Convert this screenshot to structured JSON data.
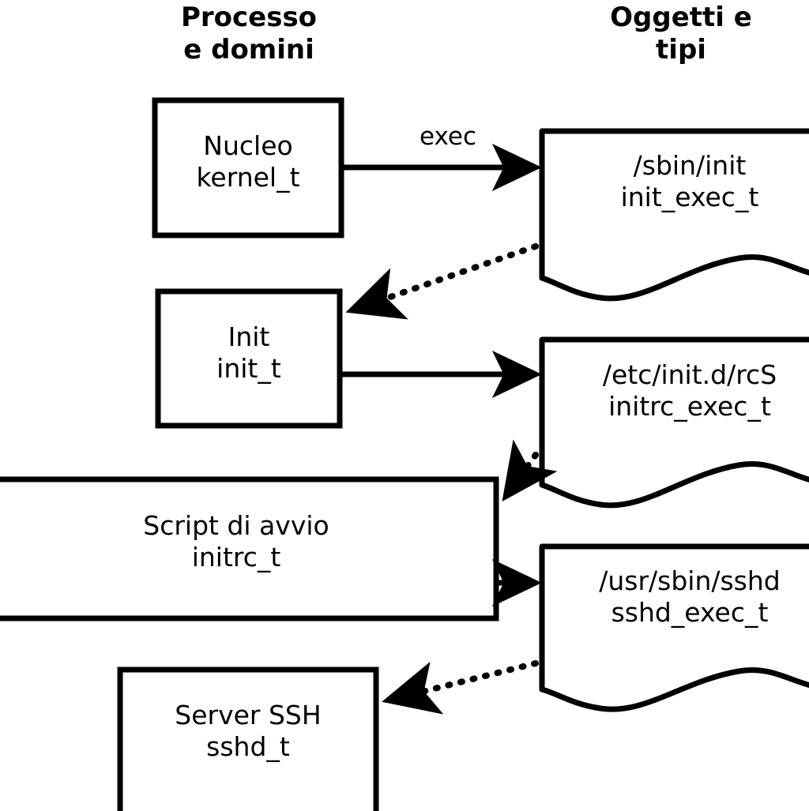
{
  "diagram": {
    "title_columns": {
      "left": "Processo\ne domini",
      "right": "Oggetti e\ntipi"
    },
    "colors": {
      "stroke": "#000000",
      "fill": "#ffffff",
      "text": "#000000"
    },
    "process_nodes": [
      {
        "id": "kernel",
        "name": "Nucleo",
        "type": "kernel_t"
      },
      {
        "id": "init",
        "name": "Init",
        "type": "init_t"
      },
      {
        "id": "initrc",
        "name": "Script di avvio",
        "type": "initrc_t"
      },
      {
        "id": "sshd",
        "name": "Server SSH",
        "type": "sshd_t"
      }
    ],
    "object_nodes": [
      {
        "id": "initexec",
        "path": "/sbin/init",
        "type": "init_exec_t"
      },
      {
        "id": "initrcexec",
        "path": "/etc/init.d/rcS",
        "type": "initrc_exec_t"
      },
      {
        "id": "sshdexec",
        "path": "/usr/sbin/sshd",
        "type": "sshd_exec_t"
      }
    ],
    "node_text": {
      "kernel": "Nucleo\nkernel_t",
      "init": "Init\ninit_t",
      "initrc": "Script di avvio\ninitrc_t",
      "sshd": "Server SSH\nsshd_t",
      "initexec": "/sbin/init\ninit_exec_t",
      "initrcexec": "/etc/init.d/rcS\ninitrc_exec_t",
      "sshdexec": "/usr/sbin/sshd\nsshd_exec_t"
    },
    "edges": [
      {
        "id": "e1",
        "from": "kernel",
        "to": "initexec",
        "style": "solid",
        "label": "exec"
      },
      {
        "id": "e2",
        "from": "initexec",
        "to": "init",
        "style": "dotted",
        "label": ""
      },
      {
        "id": "e3",
        "from": "init",
        "to": "initrcexec",
        "style": "solid",
        "label": ""
      },
      {
        "id": "e4",
        "from": "initrcexec",
        "to": "initrc",
        "style": "dotted",
        "label": ""
      },
      {
        "id": "e5",
        "from": "initrc",
        "to": "sshdexec",
        "style": "solid",
        "label": ""
      },
      {
        "id": "e6",
        "from": "sshdexec",
        "to": "sshd",
        "style": "dotted",
        "label": ""
      }
    ],
    "edge_labels": {
      "exec": "exec"
    }
  }
}
